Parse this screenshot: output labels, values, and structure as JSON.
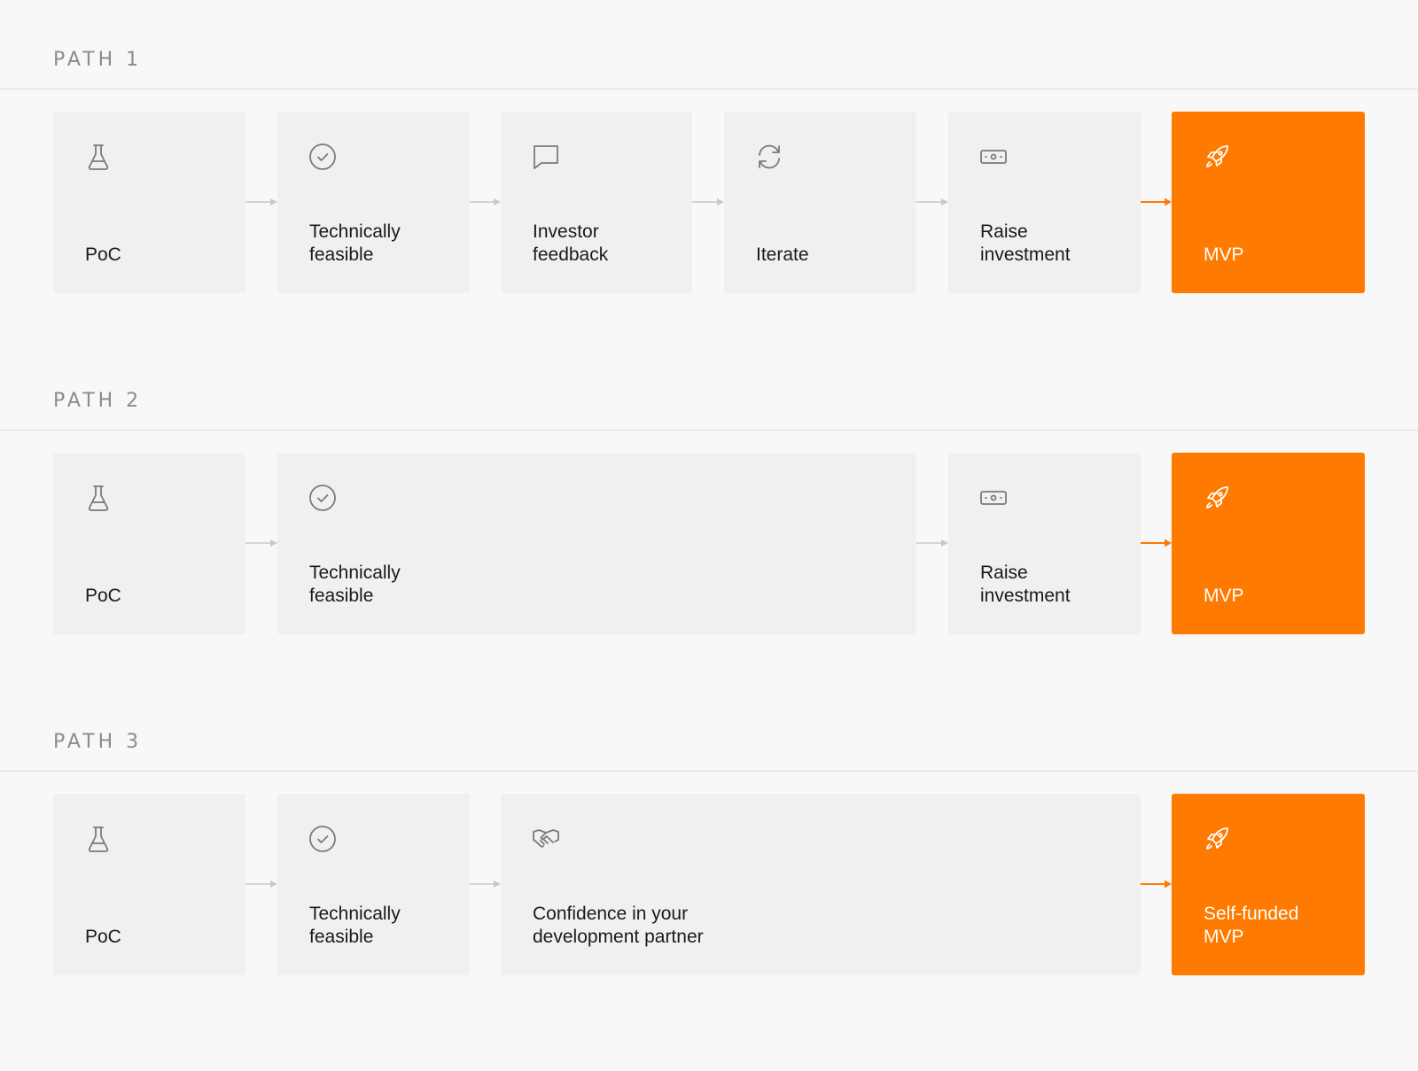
{
  "colors": {
    "accent": "#ff7a00",
    "card_bg": "#f0f0f0",
    "page_bg": "#f8f8f8",
    "connector": "#c8c8c8"
  },
  "paths": [
    {
      "label": "PATH 1",
      "steps": [
        {
          "label": "PoC",
          "icon": "flask-icon"
        },
        {
          "label": "Technically\nfeasible",
          "icon": "check-circle-icon"
        },
        {
          "label": "Investor\nfeedback",
          "icon": "chat-bubble-icon"
        },
        {
          "label": "Iterate",
          "icon": "refresh-icon"
        },
        {
          "label": "Raise\ninvestment",
          "icon": "money-icon"
        },
        {
          "label": "MVP",
          "icon": "rocket-icon"
        }
      ]
    },
    {
      "label": "PATH 2",
      "steps": [
        {
          "label": "PoC",
          "icon": "flask-icon"
        },
        {
          "label": "Technically\nfeasible",
          "icon": "check-circle-icon"
        },
        {
          "label": "Raise\ninvestment",
          "icon": "money-icon"
        },
        {
          "label": "MVP",
          "icon": "rocket-icon"
        }
      ]
    },
    {
      "label": "PATH 3",
      "steps": [
        {
          "label": "PoC",
          "icon": "flask-icon"
        },
        {
          "label": "Technically\nfeasible",
          "icon": "check-circle-icon"
        },
        {
          "label": "Confidence in your\ndevelopment partner",
          "icon": "handshake-icon"
        },
        {
          "label": "Self-funded\nMVP",
          "icon": "rocket-icon"
        }
      ]
    }
  ]
}
